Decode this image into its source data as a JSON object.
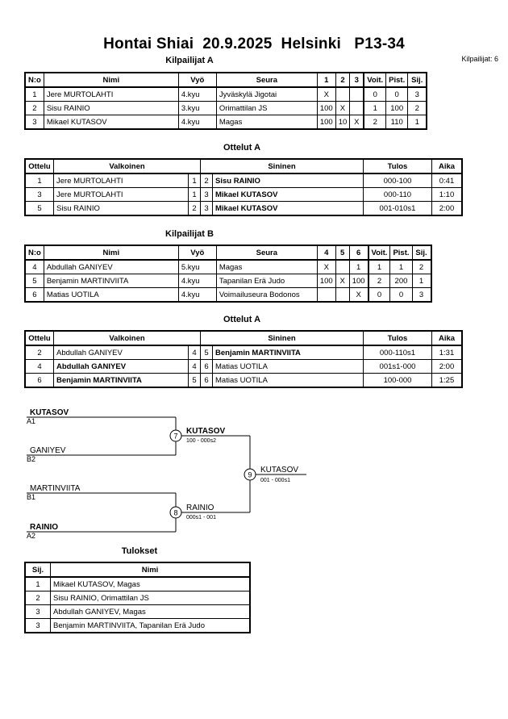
{
  "title": "Hontai Shiai  20.9.2025  Helsinki   P13-34",
  "competitor_count": "Kilpailijat: 6",
  "pool_a": {
    "title": "Kilpailijat A",
    "headers": [
      "N:o",
      "Nimi",
      "Vyö",
      "Seura",
      "1",
      "2",
      "3",
      "Voit.",
      "Pist.",
      "Sij."
    ],
    "rows": [
      [
        "1",
        "Jere MURTOLAHTI",
        "4.kyu",
        "Jyväskylä Jigotai",
        "X",
        "",
        "",
        "0",
        "0",
        "3"
      ],
      [
        "2",
        "Sisu RAINIO",
        "3.kyu",
        "Orimattilan JS",
        "100",
        "X",
        "",
        "1",
        "100",
        "2"
      ],
      [
        "3",
        "Mikael KUTASOV",
        "4.kyu",
        "Magas",
        "100",
        "10",
        "X",
        "2",
        "110",
        "1"
      ]
    ]
  },
  "matches_a": {
    "title": "Ottelut A",
    "headers": [
      "Ottelu",
      "Valkoinen",
      "Sininen",
      "Tulos",
      "Aika"
    ],
    "rows": [
      {
        "no": "1",
        "white": "Jere MURTOLAHTI",
        "wn": "1",
        "bn": "2",
        "blue": "Sisu RAINIO",
        "result": "000-100",
        "time": "0:41",
        "winner": "blue"
      },
      {
        "no": "3",
        "white": "Jere MURTOLAHTI",
        "wn": "1",
        "bn": "3",
        "blue": "Mikael KUTASOV",
        "result": "000-110",
        "time": "1:10",
        "winner": "blue"
      },
      {
        "no": "5",
        "white": "Sisu RAINIO",
        "wn": "2",
        "bn": "3",
        "blue": "Mikael KUTASOV",
        "result": "001-010s1",
        "time": "2:00",
        "winner": "blue"
      }
    ]
  },
  "pool_b": {
    "title": "Kilpailijat B",
    "headers": [
      "N:o",
      "Nimi",
      "Vyö",
      "Seura",
      "4",
      "5",
      "6",
      "Voit.",
      "Pist.",
      "Sij."
    ],
    "rows": [
      [
        "4",
        "Abdullah GANIYEV",
        "5.kyu",
        "Magas",
        "X",
        "",
        "1",
        "1",
        "1",
        "2"
      ],
      [
        "5",
        "Benjamin MARTINVIITA",
        "4.kyu",
        "Tapanilan Erä Judo",
        "100",
        "X",
        "100",
        "2",
        "200",
        "1"
      ],
      [
        "6",
        "Matias UOTILA",
        "4.kyu",
        "Voimailuseura Bodonos",
        "",
        "",
        "X",
        "0",
        "0",
        "3"
      ]
    ]
  },
  "matches_b": {
    "title": "Ottelut A",
    "headers": [
      "Ottelu",
      "Valkoinen",
      "Sininen",
      "Tulos",
      "Aika"
    ],
    "rows": [
      {
        "no": "2",
        "white": "Abdullah GANIYEV",
        "wn": "4",
        "bn": "5",
        "blue": "Benjamin MARTINVIITA",
        "result": "000-110s1",
        "time": "1:31",
        "winner": "blue"
      },
      {
        "no": "4",
        "white": "Abdullah GANIYEV",
        "wn": "4",
        "bn": "6",
        "blue": "Matias UOTILA",
        "result": "001s1-000",
        "time": "2:00",
        "winner": "white"
      },
      {
        "no": "6",
        "white": "Benjamin MARTINVIITA",
        "wn": "5",
        "bn": "6",
        "blue": "Matias UOTILA",
        "result": "100-000",
        "time": "1:25",
        "winner": "white"
      }
    ]
  },
  "bracket": {
    "semi1": {
      "top": "KUTASOV",
      "top_seed": "A1",
      "bottom": "GANIYEV",
      "bottom_seed": "B2",
      "match": "7",
      "winner": "KUTASOV",
      "score": "100 - 000s2",
      "winner_pos": "top"
    },
    "semi2": {
      "top": "MARTINVIITA",
      "top_seed": "B1",
      "bottom": "RAINIO",
      "bottom_seed": "A2",
      "match": "8",
      "winner": "RAINIO",
      "score": "000s1 - 001",
      "winner_pos": "bottom"
    },
    "final": {
      "match": "9",
      "winner": "KUTASOV",
      "score": "001 - 000s1"
    }
  },
  "results": {
    "title": "Tulokset",
    "headers": [
      "Sij.",
      "Nimi"
    ],
    "rows": [
      [
        "1",
        "Mikael KUTASOV, Magas"
      ],
      [
        "2",
        "Sisu RAINIO, Orimattilan JS"
      ],
      [
        "3",
        "Abdullah GANIYEV, Magas"
      ],
      [
        "3",
        "Benjamin MARTINVIITA, Tapanilan Erä Judo"
      ]
    ]
  }
}
